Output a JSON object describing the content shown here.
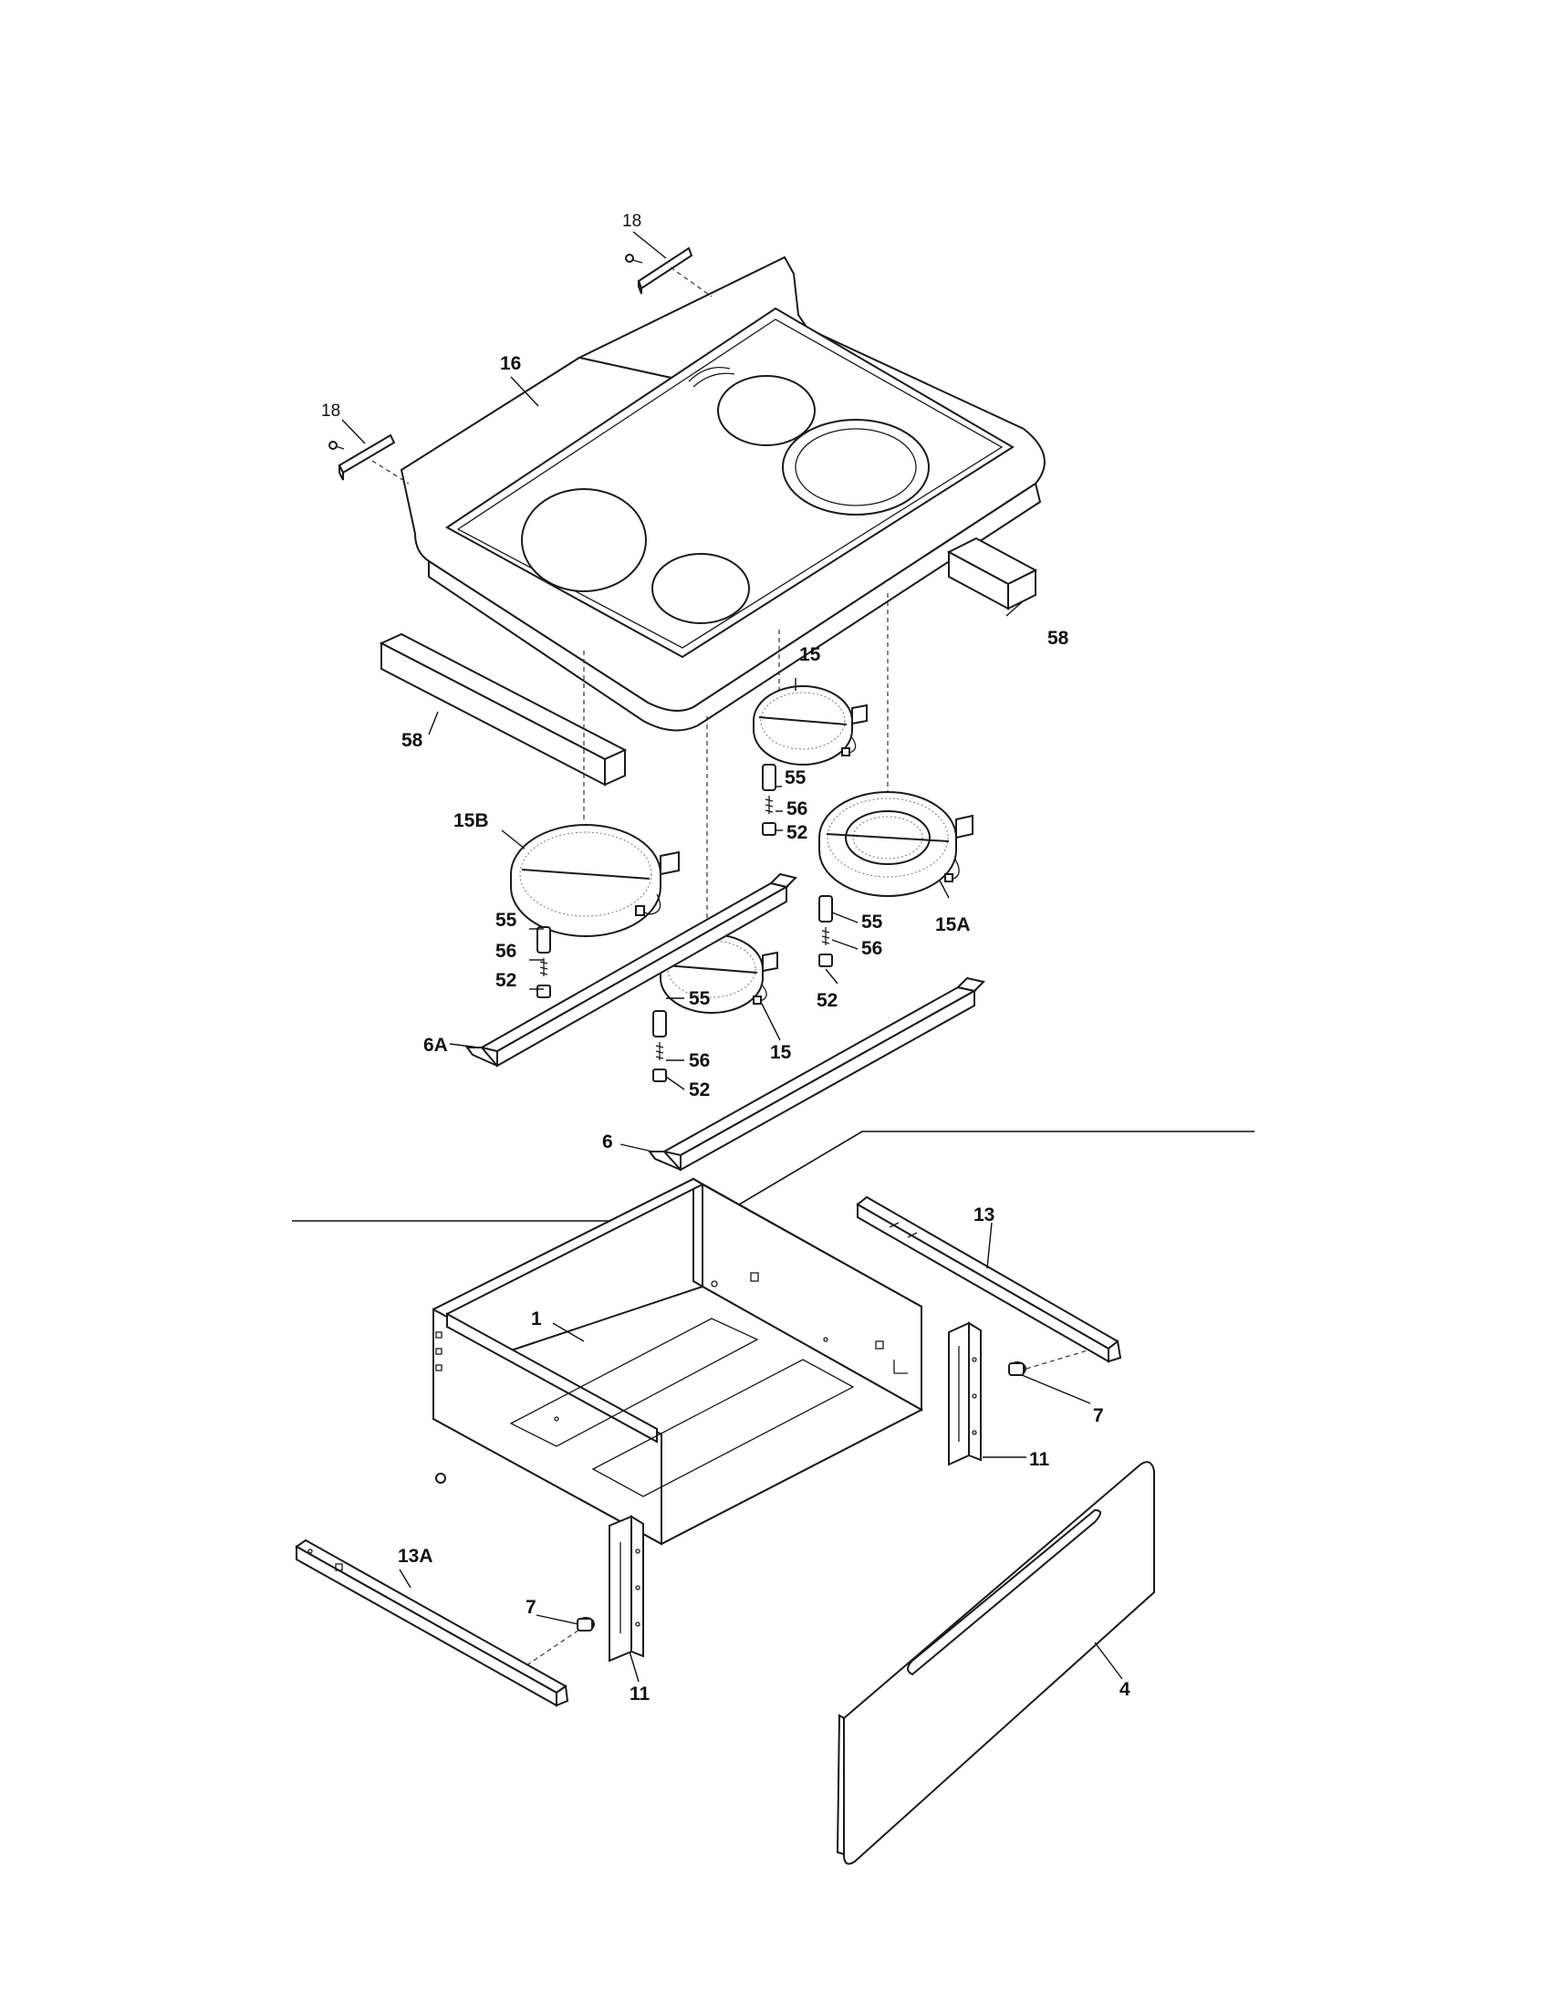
{
  "labels": {
    "18": "18",
    "16": "16",
    "58": "58",
    "15": "15",
    "15A": "15A",
    "15B": "15B",
    "55": "55",
    "56": "56",
    "52": "52",
    "6A": "6A",
    "6": "6",
    "13": "13",
    "13A": "13A",
    "1": "1",
    "7": "7",
    "11": "11",
    "4": "4"
  }
}
